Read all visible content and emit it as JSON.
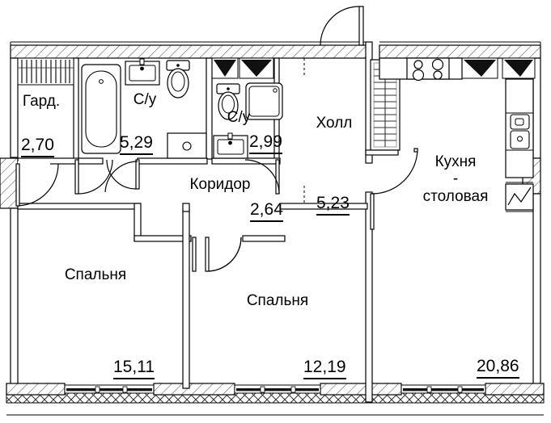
{
  "plan": {
    "type": "apartment-floor-plan",
    "language": "ru",
    "units": "m2",
    "line_color": "#000000",
    "background_color": "#ffffff",
    "wall_hatch_color": "#555555",
    "rooms": [
      {
        "id": "wardrobe",
        "name": "Гард.",
        "area": "2,70"
      },
      {
        "id": "bathroom-1",
        "name": "С/у",
        "area": "5,29"
      },
      {
        "id": "bathroom-2",
        "name": "С/у",
        "area": "2,99"
      },
      {
        "id": "corridor",
        "name": "Коридор",
        "area": "2,64"
      },
      {
        "id": "hall",
        "name": "Холл",
        "area": "5,23"
      },
      {
        "id": "kitchen",
        "name": "Кухня\n-\nстоловая",
        "area": "20,86"
      },
      {
        "id": "bedroom-1",
        "name": "Спальня",
        "area": "15,11"
      },
      {
        "id": "bedroom-2",
        "name": "Спальня",
        "area": "12,19"
      }
    ],
    "fixtures": [
      {
        "id": "wardrobe-rail",
        "name": "clothes-rail-icon"
      },
      {
        "id": "bathtub",
        "name": "bathtub-icon"
      },
      {
        "id": "washbasin-1",
        "name": "washbasin-icon"
      },
      {
        "id": "toilet-1",
        "name": "toilet-icon"
      },
      {
        "id": "shower",
        "name": "shower-tray-icon"
      },
      {
        "id": "toilet-2",
        "name": "toilet-icon"
      },
      {
        "id": "washbasin-2",
        "name": "washbasin-icon"
      },
      {
        "id": "cooktop",
        "name": "cooktop-icon"
      },
      {
        "id": "kitchen-sink",
        "name": "kitchen-sink-icon"
      },
      {
        "id": "riser-shaft",
        "name": "ventilation-shaft-icon"
      },
      {
        "id": "electrical-box",
        "name": "electrical-panel-icon"
      }
    ],
    "openings": {
      "entry_door": "entrance-door",
      "interior_doors": 6,
      "windows": 5
    }
  }
}
